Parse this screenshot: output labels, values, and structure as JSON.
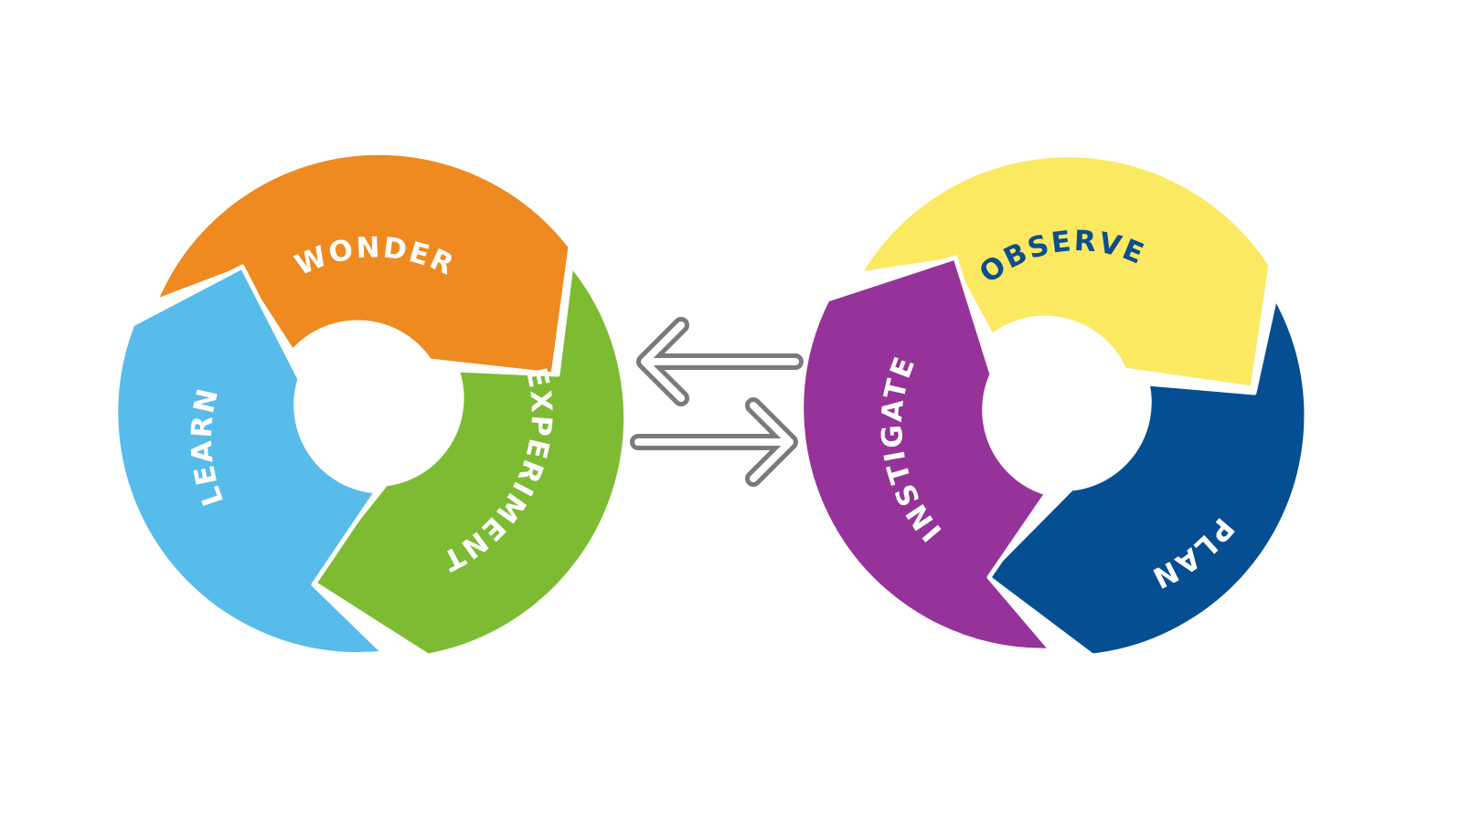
{
  "left_cycle": {
    "segments": [
      {
        "label": "WONDER",
        "color": "#EE8A1F",
        "text_color": "#ffffff"
      },
      {
        "label": "EXPERIMENT",
        "color": "#7DBB33",
        "text_color": "#ffffff"
      },
      {
        "label": "LEARN",
        "color": "#58BCEA",
        "text_color": "#ffffff"
      }
    ]
  },
  "right_cycle": {
    "segments": [
      {
        "label": "OBSERVE",
        "color": "#FCE962",
        "text_color": "#0D4F8B"
      },
      {
        "label": "PLAN",
        "color": "#064E92",
        "text_color": "#ffffff"
      },
      {
        "label": "INSTIGATE",
        "color": "#96339A",
        "text_color": "#ffffff"
      }
    ]
  },
  "connector": {
    "icon": "bidirectional-arrows-icon",
    "color": "#7a7a7a"
  }
}
